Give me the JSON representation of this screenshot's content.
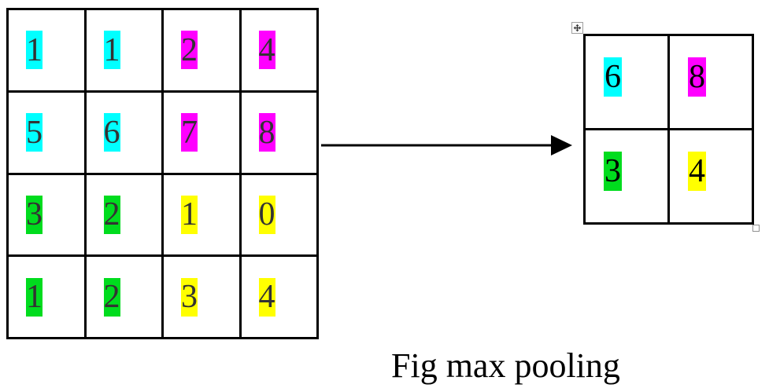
{
  "figure": {
    "caption": "Fig max pooling"
  },
  "colors": {
    "highlight_cyan": "#00ffff",
    "highlight_magenta": "#ff00ff",
    "highlight_green": "#00dc1e",
    "highlight_yellow": "#ffff00",
    "table_border": "#000000",
    "arrow": "#000000"
  },
  "icons": {
    "move_handle": "four-way-arrow-icon",
    "resize_handle": "small-square-handle",
    "arrow": "right-arrow"
  },
  "input_grid": {
    "digit_color": "#333333",
    "rows": [
      [
        {
          "value": "1",
          "highlight": "cyan"
        },
        {
          "value": "1",
          "highlight": "cyan"
        },
        {
          "value": "2",
          "highlight": "magenta"
        },
        {
          "value": "4",
          "highlight": "magenta"
        }
      ],
      [
        {
          "value": "5",
          "highlight": "cyan"
        },
        {
          "value": "6",
          "highlight": "cyan"
        },
        {
          "value": "7",
          "highlight": "magenta"
        },
        {
          "value": "8",
          "highlight": "magenta"
        }
      ],
      [
        {
          "value": "3",
          "highlight": "green"
        },
        {
          "value": "2",
          "highlight": "green"
        },
        {
          "value": "1",
          "highlight": "yellow"
        },
        {
          "value": "0",
          "highlight": "yellow"
        }
      ],
      [
        {
          "value": "1",
          "highlight": "green"
        },
        {
          "value": "2",
          "highlight": "green"
        },
        {
          "value": "3",
          "highlight": "yellow"
        },
        {
          "value": "4",
          "highlight": "yellow"
        }
      ]
    ]
  },
  "output_grid": {
    "digit_color": "#000000",
    "rows": [
      [
        {
          "value": "6",
          "highlight": "cyan"
        },
        {
          "value": "8",
          "highlight": "magenta"
        }
      ],
      [
        {
          "value": "3",
          "highlight": "green"
        },
        {
          "value": "4",
          "highlight": "yellow"
        }
      ]
    ]
  }
}
